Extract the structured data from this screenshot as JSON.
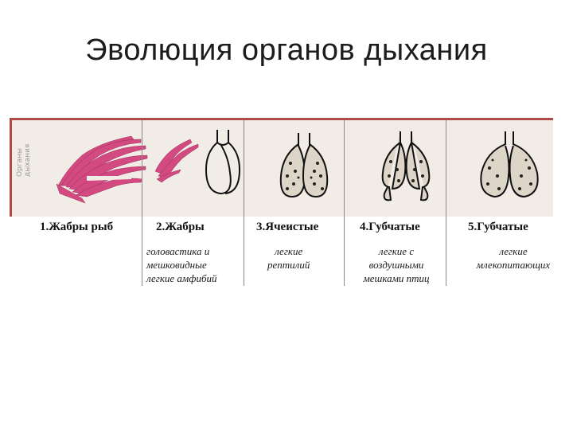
{
  "slide": {
    "title": "Эволюция органов дыхания",
    "side_label_line1": "Органы",
    "side_label_line2": "дыхания"
  },
  "stages": [
    {
      "caption": "1.Жабры рыб",
      "sub": []
    },
    {
      "caption": "2.Жабры",
      "sub": [
        "головастика и",
        "мешковидные",
        "легкие амфибий"
      ]
    },
    {
      "caption": "3.Ячеистые",
      "sub": [
        "легкие",
        "рептилий"
      ]
    },
    {
      "caption": "4.Губчатые",
      "sub": [
        "легкие с",
        "воздушными",
        "мешками птиц"
      ]
    },
    {
      "caption": "5.Губчатые",
      "sub": [
        "легкие",
        "млекопитающих"
      ]
    }
  ],
  "colors": {
    "gill_pink": "#d24a80",
    "frame_red": "#b04a47",
    "panel_bg": "#f1ede6",
    "ink": "#1a1a1a"
  }
}
